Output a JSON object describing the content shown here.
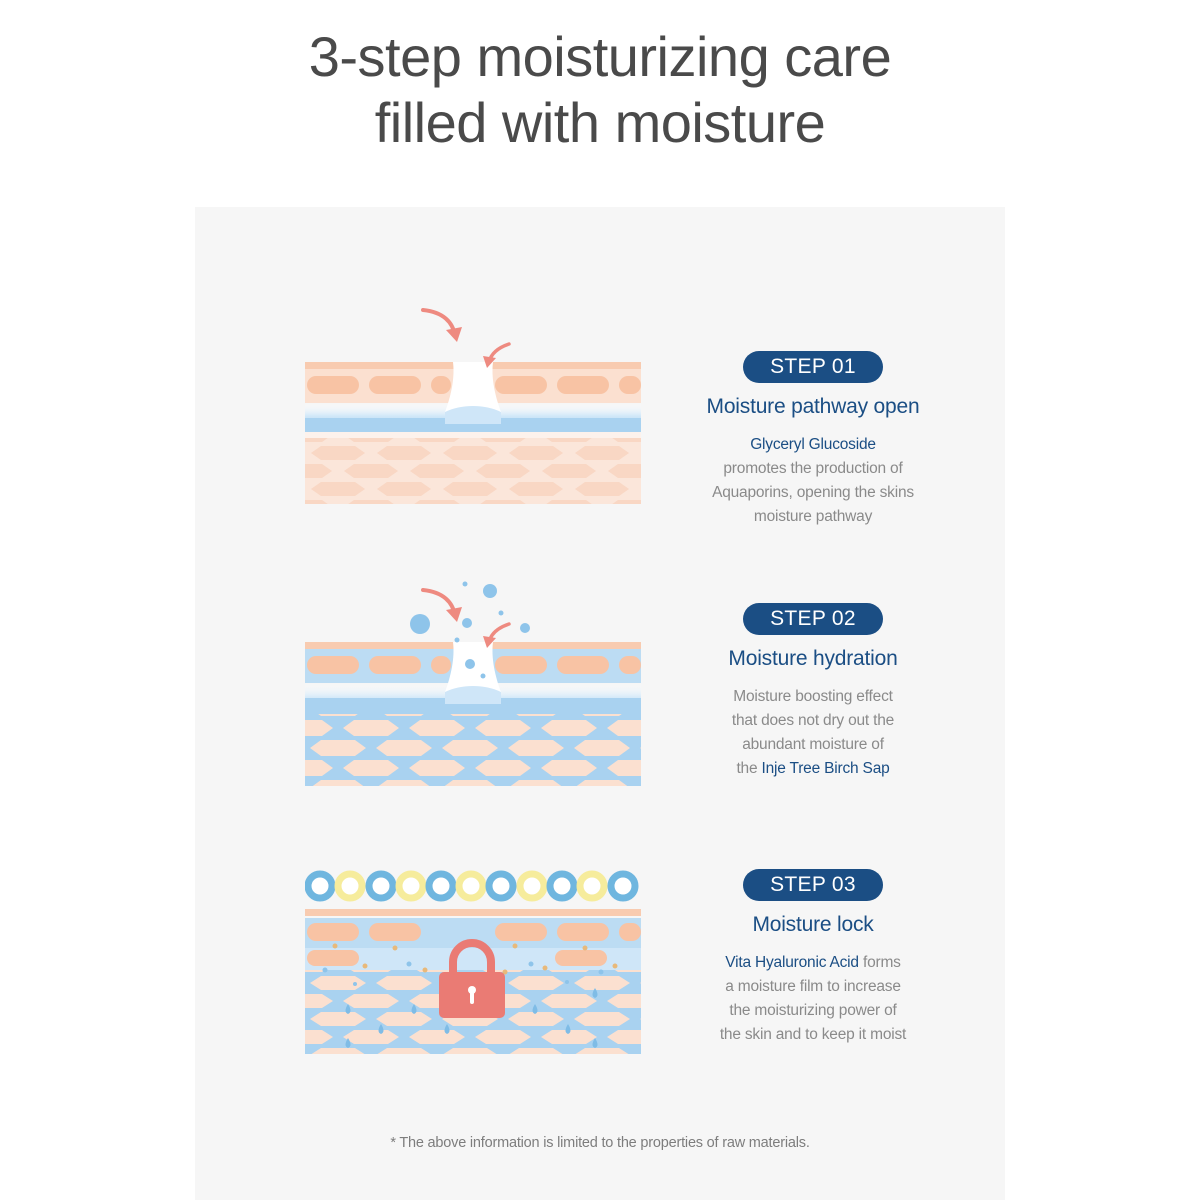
{
  "title": {
    "line1": "3-step moisturizing care",
    "line2": "filled with moisture"
  },
  "steps": [
    {
      "badge": "STEP 01",
      "heading": "Moisture pathway open",
      "desc": {
        "highlight": "Glyceryl Glucoside",
        "line1": "promotes the production of",
        "line2": "Aquaporins, opening the skins",
        "line3": "moisture pathway"
      }
    },
    {
      "badge": "STEP 02",
      "heading": "Moisture hydration",
      "desc": {
        "line1": "Moisture boosting effect",
        "line2": "that does not dry out the",
        "line3": "abundant moisture of",
        "prefix": "the ",
        "highlight": "Inje Tree Birch Sap"
      }
    },
    {
      "badge": "STEP 03",
      "heading": "Moisture lock",
      "desc": {
        "highlight": "Vita Hyaluronic Acid",
        "suffix": " forms",
        "line1": "a moisture film to increase",
        "line2": "the moisturizing power of",
        "line3": "the skin and to keep it moist"
      }
    }
  ],
  "footnote": "* The above information is limited to the properties of raw materials.",
  "colors": {
    "navy": "#1b4e84",
    "skin_peach": "#f8cbb0",
    "skin_light": "#fbe4d8",
    "moisture_blue": "#a9d2f0",
    "arrow_coral": "#ee8a80",
    "lock_coral": "#ea7b74",
    "ring_blue": "#6fb6df",
    "ring_yellow": "#f6ec9c"
  },
  "icons": {
    "step1": "skin-pathway-illustration",
    "step2": "skin-hydration-illustration",
    "step3": "skin-lock-illustration",
    "lock": "padlock-icon"
  }
}
